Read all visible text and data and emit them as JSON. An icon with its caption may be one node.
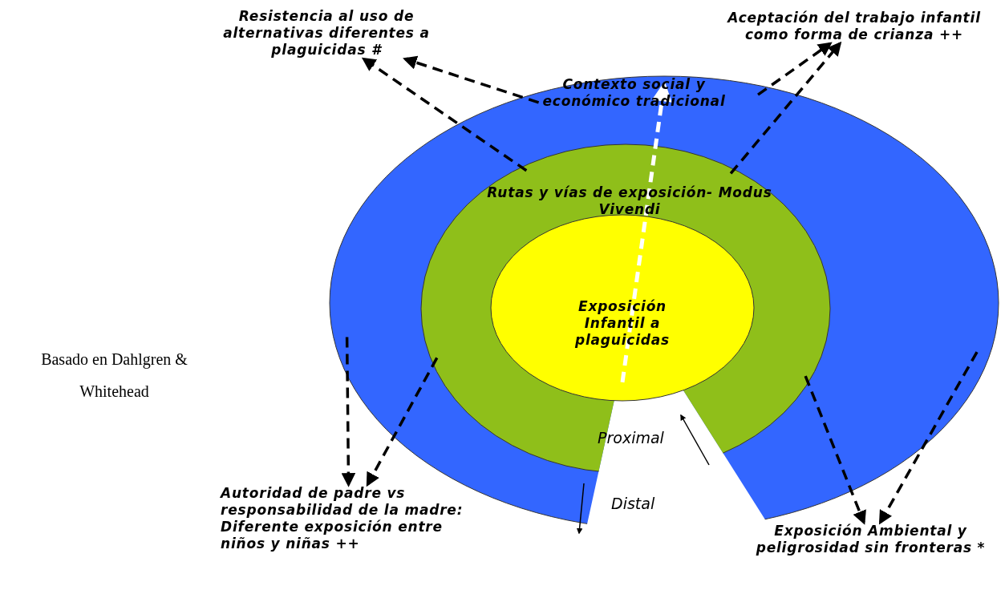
{
  "diagram": {
    "nodes": [
      {
        "text": [
          "Contexto social y económico tradicional"
        ]
      },
      {
        "text": [
          "Rutas y vías de exposición- Modus Vivendi"
        ],
        "in": 0
      },
      {
        "text": [
          "Exposición Infantil a plaguicidas"
        ],
        "in": 1
      },
      {
        "text": [
          "Resistencia al uso de alternativas diferentes a plaguicidas #"
        ]
      },
      {
        "text": [
          "Aceptación del trabajo infantil como forma de crianza ++"
        ]
      },
      {
        "text": [
          "Autoridad de padre vs responsabilidad de la madre: Diferente exposición entre niños y niñas ++"
        ]
      },
      {
        "text": [
          "Exposición Ambiental y peligrosidad sin fronteras *"
        ]
      }
    ],
    "edges": [
      {
        "from": 1,
        "to": 3,
        "arrow": "to",
        "style": "dashed"
      },
      {
        "from": 0,
        "to": 3,
        "arrow": "to",
        "style": "dashed"
      },
      {
        "from": 0,
        "to": 4,
        "arrow": "to",
        "style": "dashed"
      },
      {
        "from": 1,
        "to": 4,
        "arrow": "to",
        "style": "dashed"
      },
      {
        "from": 0,
        "to": 5,
        "arrow": "to",
        "style": "dashed"
      },
      {
        "from": 1,
        "to": 5,
        "arrow": "to",
        "style": "dashed"
      },
      {
        "from": 1,
        "to": 6,
        "arrow": "to",
        "style": "dashed"
      },
      {
        "from": 0,
        "to": 6,
        "arrow": "to",
        "style": "dashed"
      },
      {
        "from": 2,
        "to": 0,
        "arrow": "to",
        "style": "dashed",
        "color": "#ffffff"
      }
    ],
    "labels": [
      "Basado en Dahlgren & Whitehead",
      "Proximal",
      "Distal"
    ]
  }
}
